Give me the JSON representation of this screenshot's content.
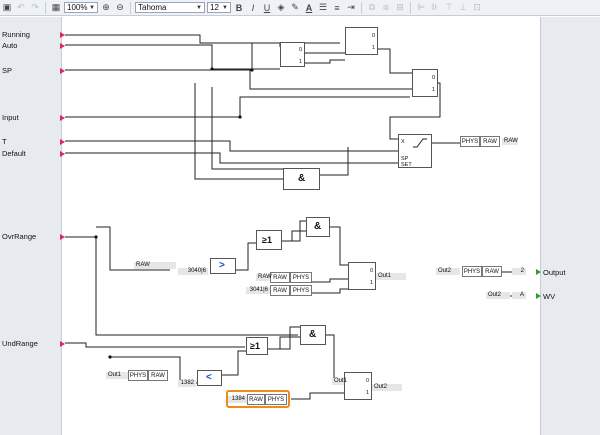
{
  "toolbar": {
    "zoom": "100%",
    "font": "Tahoma",
    "size": "12",
    "bold": "B",
    "italic": "I",
    "underline": "U",
    "text_color": "A"
  },
  "inputs": [
    {
      "label": "Running"
    },
    {
      "label": "Auto"
    },
    {
      "label": "SP"
    },
    {
      "label": "Input"
    },
    {
      "label": "T"
    },
    {
      "label": "Default"
    },
    {
      "label": "OvrRange"
    },
    {
      "label": "UndRange"
    }
  ],
  "outputs": [
    {
      "label": "Output"
    },
    {
      "label": "WV"
    }
  ],
  "blocks": {
    "and": "&",
    "or": "≥1",
    "gt": ">",
    "lt": "<",
    "phys": "PHYS",
    "raw": "RAW",
    "sw0": "0",
    "sw1": "1",
    "x": "X",
    "sp": "SP",
    "set": "SET"
  },
  "values": {
    "raw_top": "RAW",
    "raw_in": "RAW",
    "v3040": "3040|6",
    "raw_a": "RAW",
    "v30416": "3041|6",
    "out1_a": "Out1",
    "out1_b": "Out1",
    "out1_c": "Out1",
    "v1382": "1382",
    "v1384": "1384",
    "out2_a": "Out2",
    "out2_b": "Out2",
    "n2": "2",
    "nA": "A"
  },
  "colors": {
    "accent_port": "#e0245e",
    "ok_port": "#2aa12a",
    "highlight": "#ee8a1c"
  }
}
